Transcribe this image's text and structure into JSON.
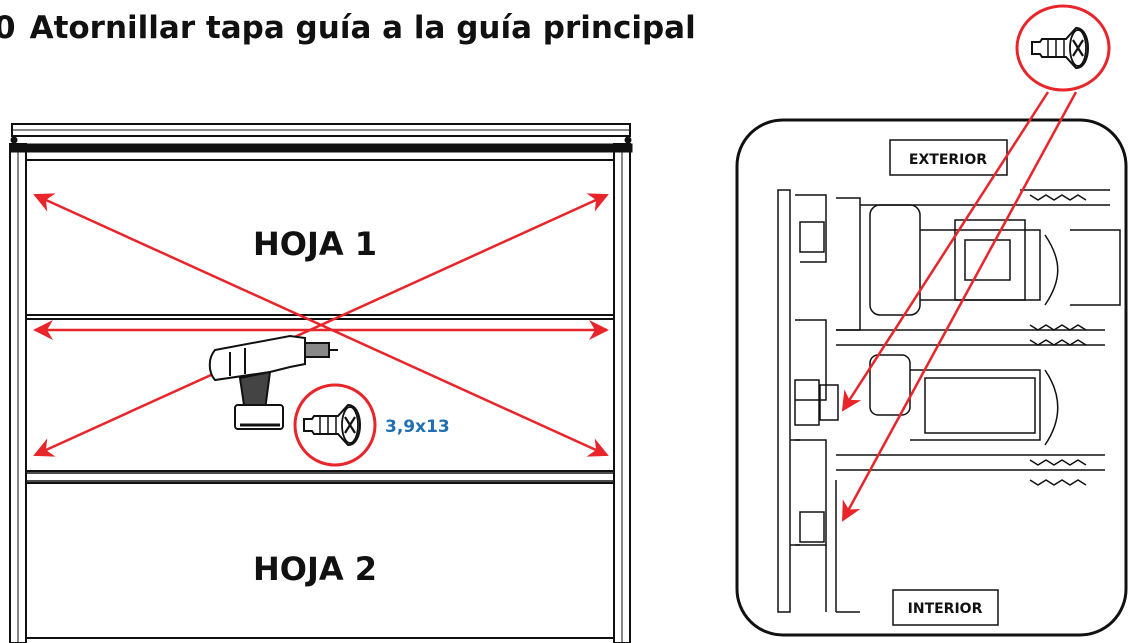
{
  "title": {
    "step": "0",
    "text": "Atornillar tapa guía a la guía principal"
  },
  "panels": {
    "hoja1": "HOJA 1",
    "hoja2": "HOJA 2"
  },
  "screw": {
    "size": "3,9x13"
  },
  "detail": {
    "exterior": "EXTERIOR",
    "interior": "INTERIOR"
  },
  "colors": {
    "arrow": "#e8252a",
    "screw_label": "#1f6fb2",
    "outline": "#111111"
  },
  "icons": [
    "drill-icon",
    "screw-icon"
  ]
}
